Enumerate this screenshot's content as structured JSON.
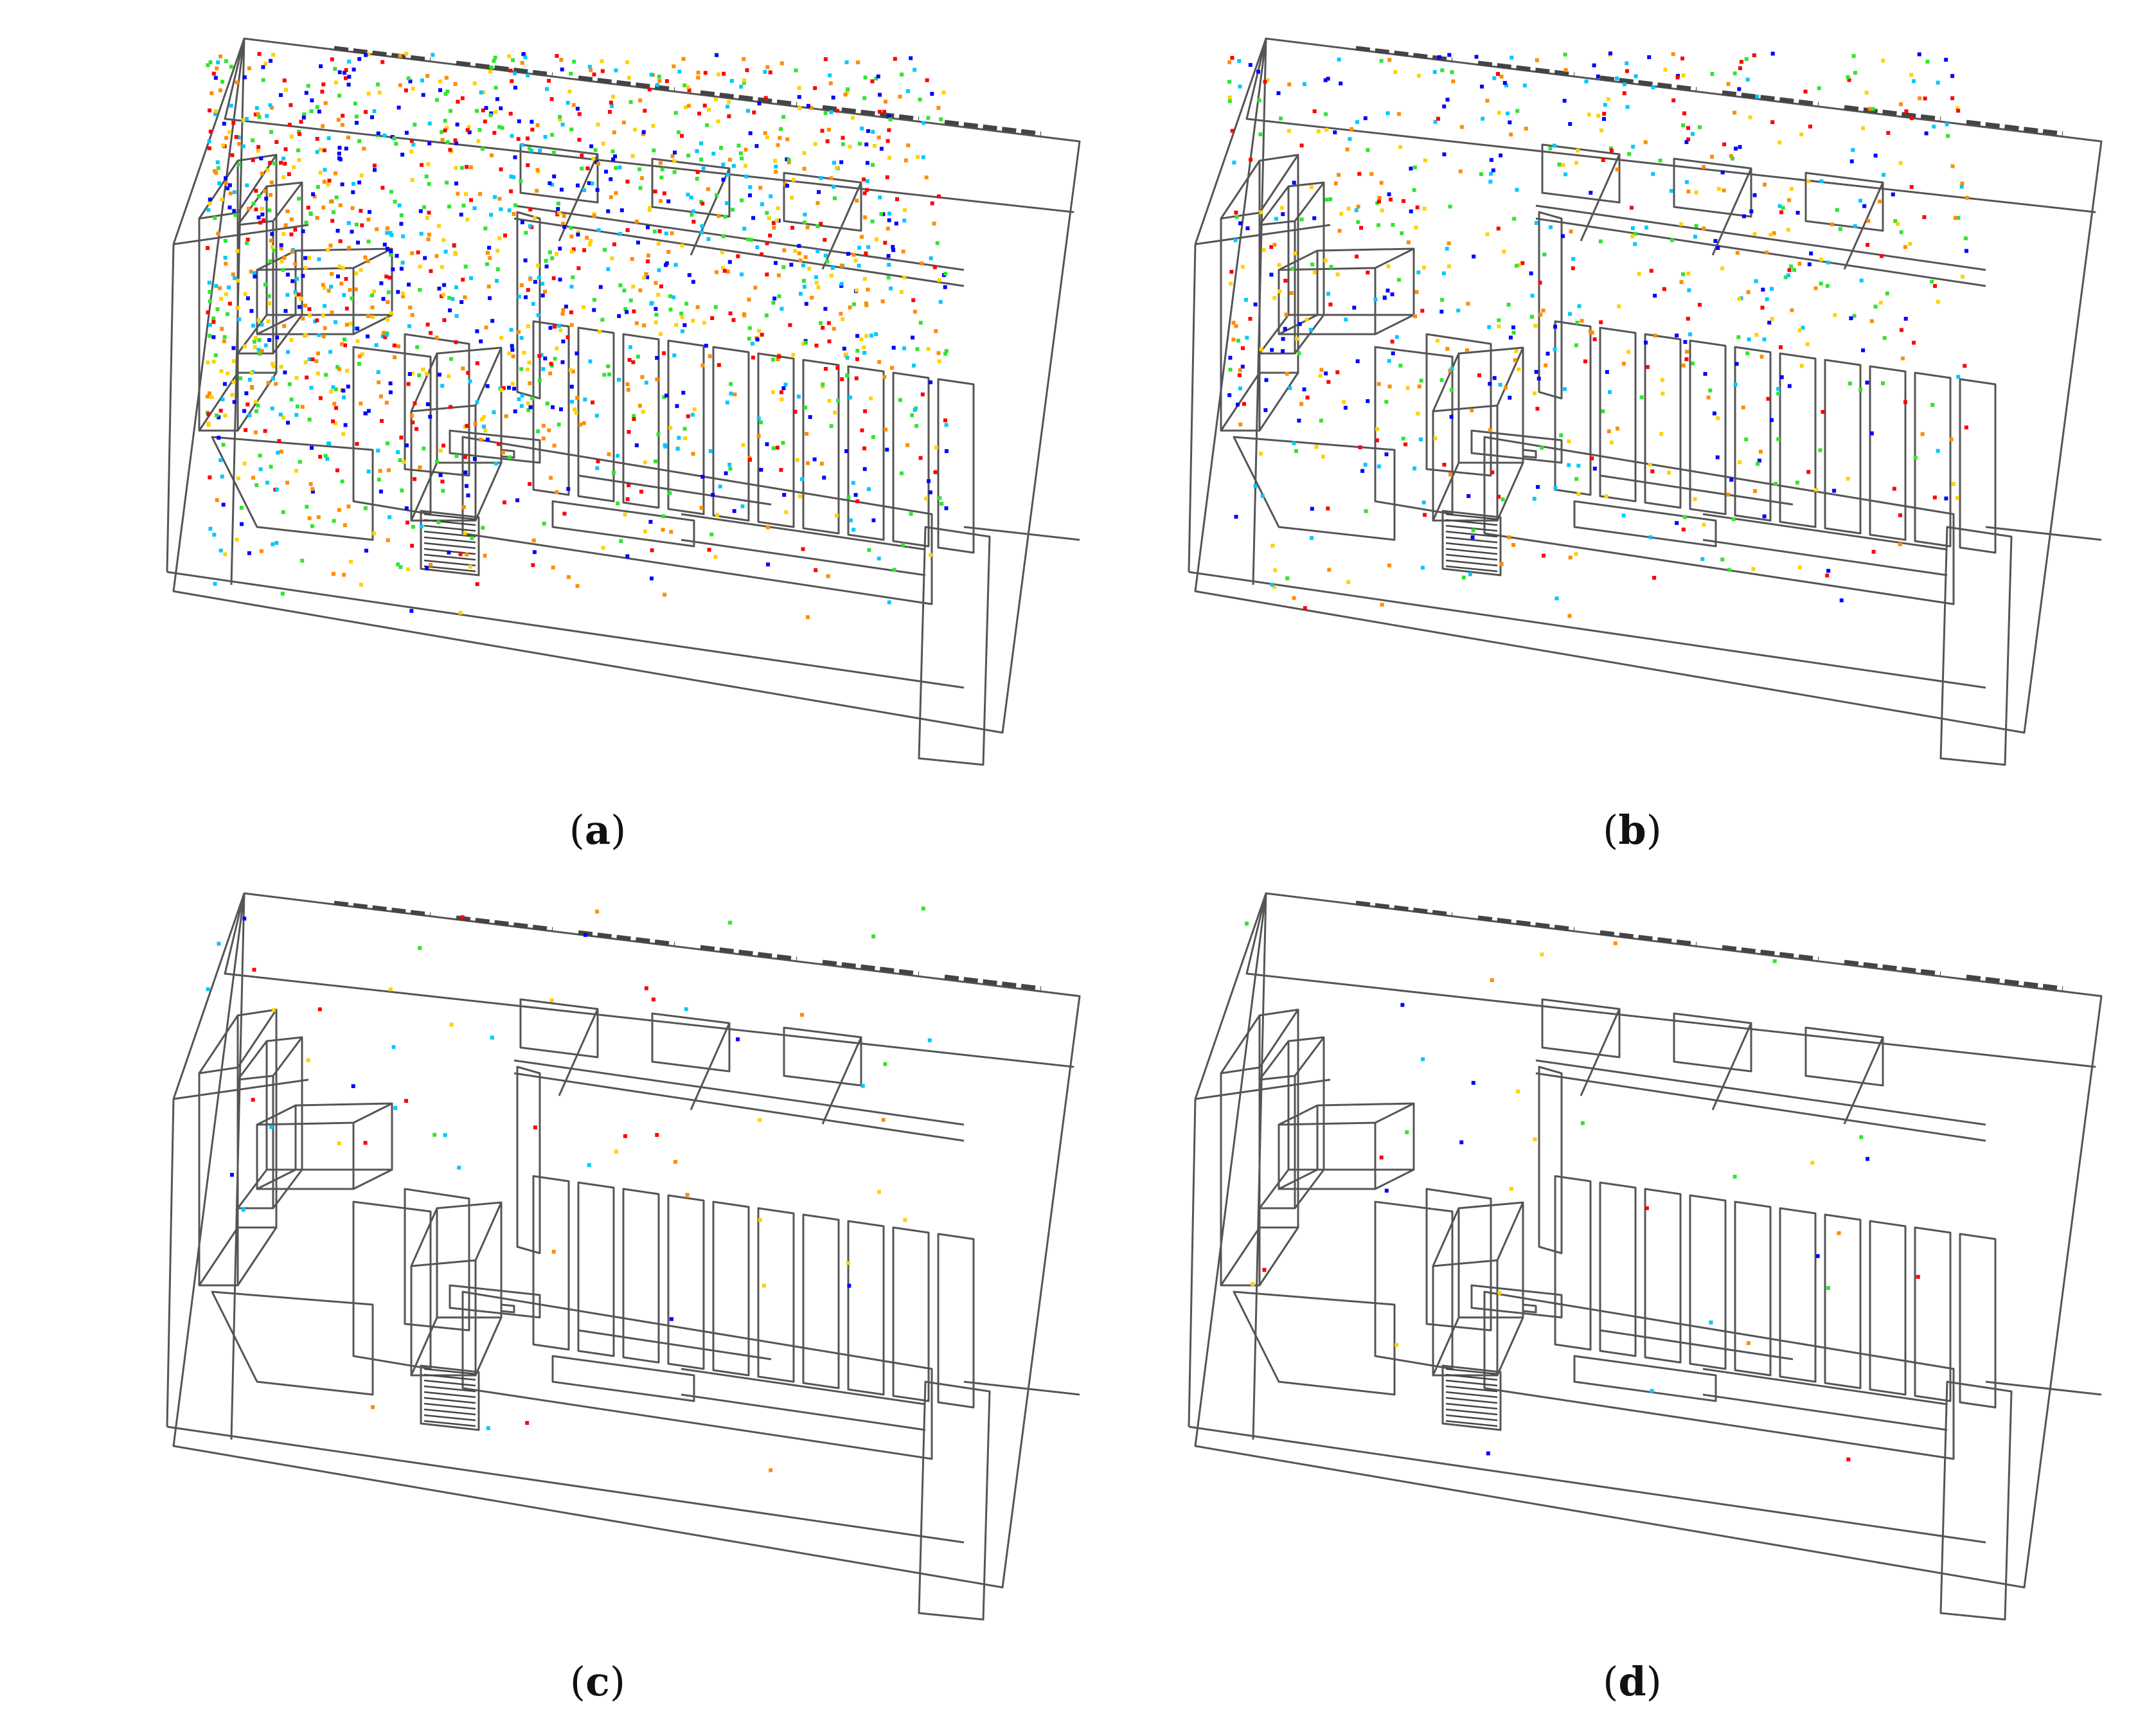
{
  "figure": {
    "panels": [
      {
        "id": "a",
        "label": "a",
        "density": 1.0
      },
      {
        "id": "b",
        "label": "b",
        "density": 0.42
      },
      {
        "id": "c",
        "label": "c",
        "density": 0.035
      },
      {
        "id": "d",
        "label": "d",
        "density": 0.02
      }
    ],
    "particle_colors": [
      "#0000ff",
      "#00c8ff",
      "#2fe52f",
      "#ffd200",
      "#ff8c00",
      "#ff0000"
    ],
    "line_color": "#555555",
    "background": "#ffffff"
  }
}
